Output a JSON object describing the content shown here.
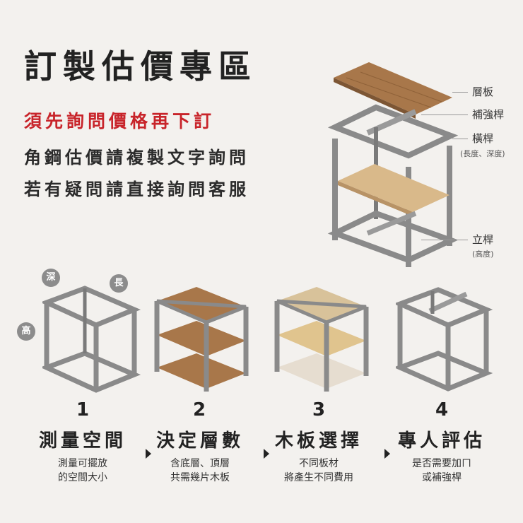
{
  "header": {
    "title": "訂製估價專區",
    "notice": "須先詢問價格再下訂",
    "line1": "角鋼估價請複製文字詢問",
    "line2": "若有疑問請直接詢問客服"
  },
  "diagram": {
    "parts": [
      {
        "label": "層板",
        "sub": ""
      },
      {
        "label": "補強桿",
        "sub": ""
      },
      {
        "label": "橫桿",
        "sub": "(長度、深度)"
      },
      {
        "label": "立桿",
        "sub": "(高度)"
      }
    ],
    "badges": {
      "depth": "深",
      "length": "長",
      "height": "高"
    }
  },
  "steps": [
    {
      "number": "1",
      "name": "測量空間",
      "desc1": "測量可擺放",
      "desc2": "的空間大小"
    },
    {
      "number": "2",
      "name": "決定層數",
      "desc1": "含底層、頂層",
      "desc2": "共需幾片木板"
    },
    {
      "number": "3",
      "name": "木板選擇",
      "desc1": "不同板材",
      "desc2": "將產生不同費用"
    },
    {
      "number": "4",
      "name": "專人評估",
      "desc1": "是否需要加ㄇ",
      "desc2": "或補強桿"
    }
  ],
  "colors": {
    "accent": "#c8242a",
    "metal": "#8a8a8a",
    "wood": "#a8774a",
    "light_wood": "#d9b98a"
  }
}
